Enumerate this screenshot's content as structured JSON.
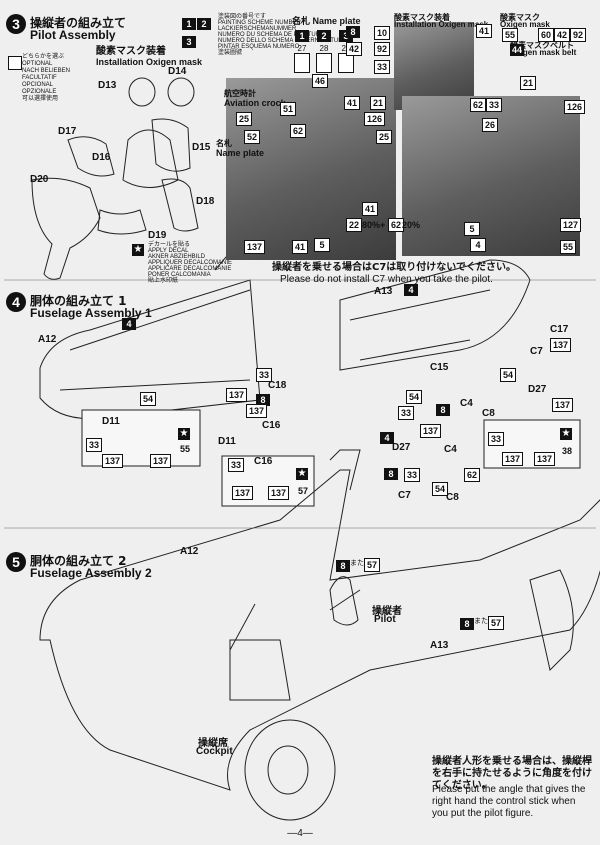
{
  "step3": {
    "num": "3",
    "title_jp": "操縦者の組み立て",
    "title_en": "Pilot Assembly",
    "mask_jp": "酸素マスク装着",
    "mask_en": "Installation Oxigen mask",
    "optional": [
      "どちらかを選ぶ",
      "OPTIONAL",
      "NACH BELIEBEN",
      "FACULTATIF",
      "OPCIONAL",
      "OPZIONALE",
      "可以選擇使用"
    ],
    "decal": [
      "デカールを貼る",
      "APPLY DECAL",
      "AKNER ABZIEHBILD",
      "APPLIQUER DECALCOMANIE",
      "APPLICARE DECALCOMANIE",
      "PONER CALCOMANIA",
      "貼上水印紙"
    ],
    "paint_scheme": [
      "塗装図の番号です",
      "PAINTING SCHEME NUMBER",
      "LACKIERSCHEMANUMMER",
      "NUMERO DU SCHEMA DE PEINTURE",
      "NUMERO DELLO SCHEMA DI VERNICIATURA",
      "PINTAR ESQUEMA NUMERO",
      "塗装圖號"
    ],
    "name_plate_label": "名札 Name plate",
    "name_plate_nums": [
      "27",
      "28",
      "29"
    ],
    "scheme_marks": [
      "1",
      "2",
      "3"
    ],
    "photo_labels": {
      "crock_jp": "航空時計",
      "crock_en": "Aviation crock",
      "nameplate_jp": "名札",
      "nameplate_en": "Name plate",
      "mask2_jp": "酸素マスク装着",
      "mask2_en": "Installation Oxigen mask",
      "oxmask_jp": "酸素マスク",
      "oxmask_en": "Oxigen mask",
      "belt_jp": "酸素マスクベルト",
      "belt_en": "Oxigen mask belt"
    },
    "mix": "80%+",
    "mix2": "20%",
    "pilot_note_jp": "操縦者を乗せる場合はC7は取り付けないでください。",
    "pilot_note_en": "Please do not install C7 when you take the pilot.",
    "parts": [
      "D13",
      "D14",
      "D17",
      "D16",
      "D15",
      "D20",
      "D18",
      "D19"
    ]
  },
  "step4": {
    "num": "4",
    "title_jp": "胴体の組み立て 1",
    "title_en": "Fuselage Assembly 1",
    "parts": [
      "A12",
      "A13",
      "D11",
      "C16",
      "C18",
      "C17",
      "C7",
      "C15",
      "C4",
      "C8",
      "D27"
    ]
  },
  "step5": {
    "num": "5",
    "title_jp": "胴体の組み立て 2",
    "title_en": "Fuselage Assembly 2",
    "pilot_jp": "操縦者",
    "pilot_en": "Pilot",
    "cockpit_jp": "操縦席",
    "cockpit_en": "Cockpit",
    "or": "または or",
    "note_jp": "操縦者人形を乗せる場合は、操縦桿を右手に持たせるように角度を付けてください。",
    "note_en": "Please put the angle that gives the right hand the control stick when you put the pilot figure."
  },
  "colors": {
    "c4": "4",
    "c5": "5",
    "c8": "8",
    "c21": "21",
    "c25": "25",
    "c26": "26",
    "c33": "33",
    "c38": "38",
    "c41": "41",
    "c42": "42",
    "c46": "46",
    "c51": "51",
    "c52": "52",
    "c54": "54",
    "c55": "55",
    "c57": "57",
    "c60": "60",
    "c62": "62",
    "c92": "92",
    "c126": "126",
    "c127": "127",
    "c137": "137",
    "c10": "10",
    "c22": "22"
  },
  "page_number": "—4—"
}
